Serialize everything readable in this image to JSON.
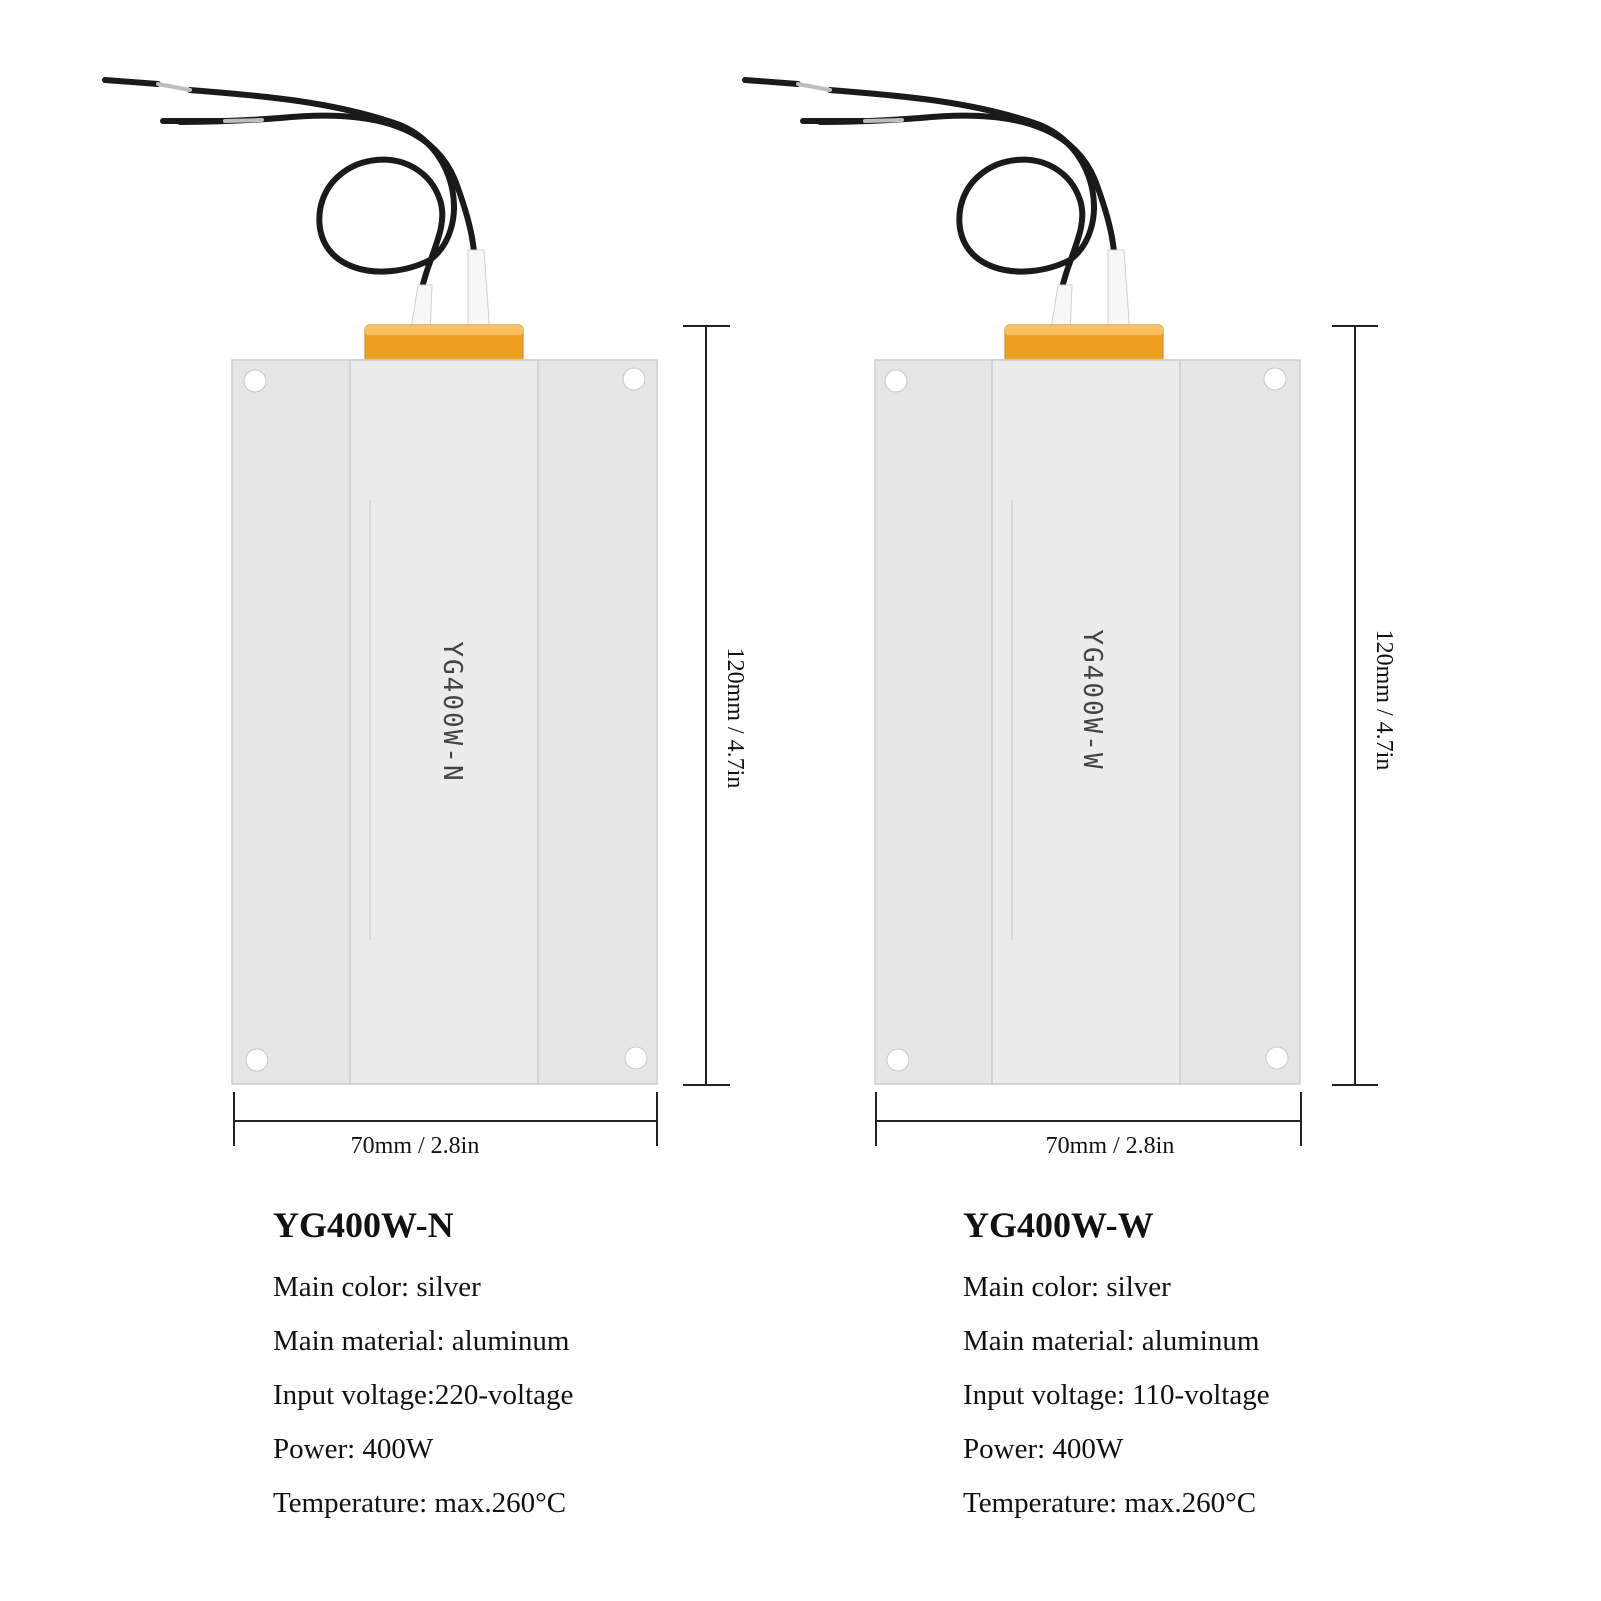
{
  "products": [
    {
      "stamp": "YG400W-N",
      "height_label": "120mm / 4.7in",
      "width_label": "70mm /  2.8in",
      "model": "YG400W-N",
      "specs": [
        "Main color: silver",
        "Main material: aluminum",
        "Input voltage:220-voltage",
        "Power: 400W",
        "Temperature: max.260°C"
      ]
    },
    {
      "stamp": "YG400W-W",
      "height_label": "120mm / 4.7in",
      "width_label": "70mm /  2.8in",
      "model": "YG400W-W",
      "specs": [
        "Main color: silver",
        "Main material: aluminum",
        "Input voltage: 110-voltage",
        "Power: 400W",
        "Temperature: max.260°C"
      ]
    }
  ],
  "colors": {
    "aluminum": "#e6e6e6",
    "aluminum_edge": "#cfcfcf",
    "terminal": "#f0a020",
    "wire": "#1a1a1a",
    "sleeve": "#f7f7f7",
    "dimension": "#222222"
  }
}
